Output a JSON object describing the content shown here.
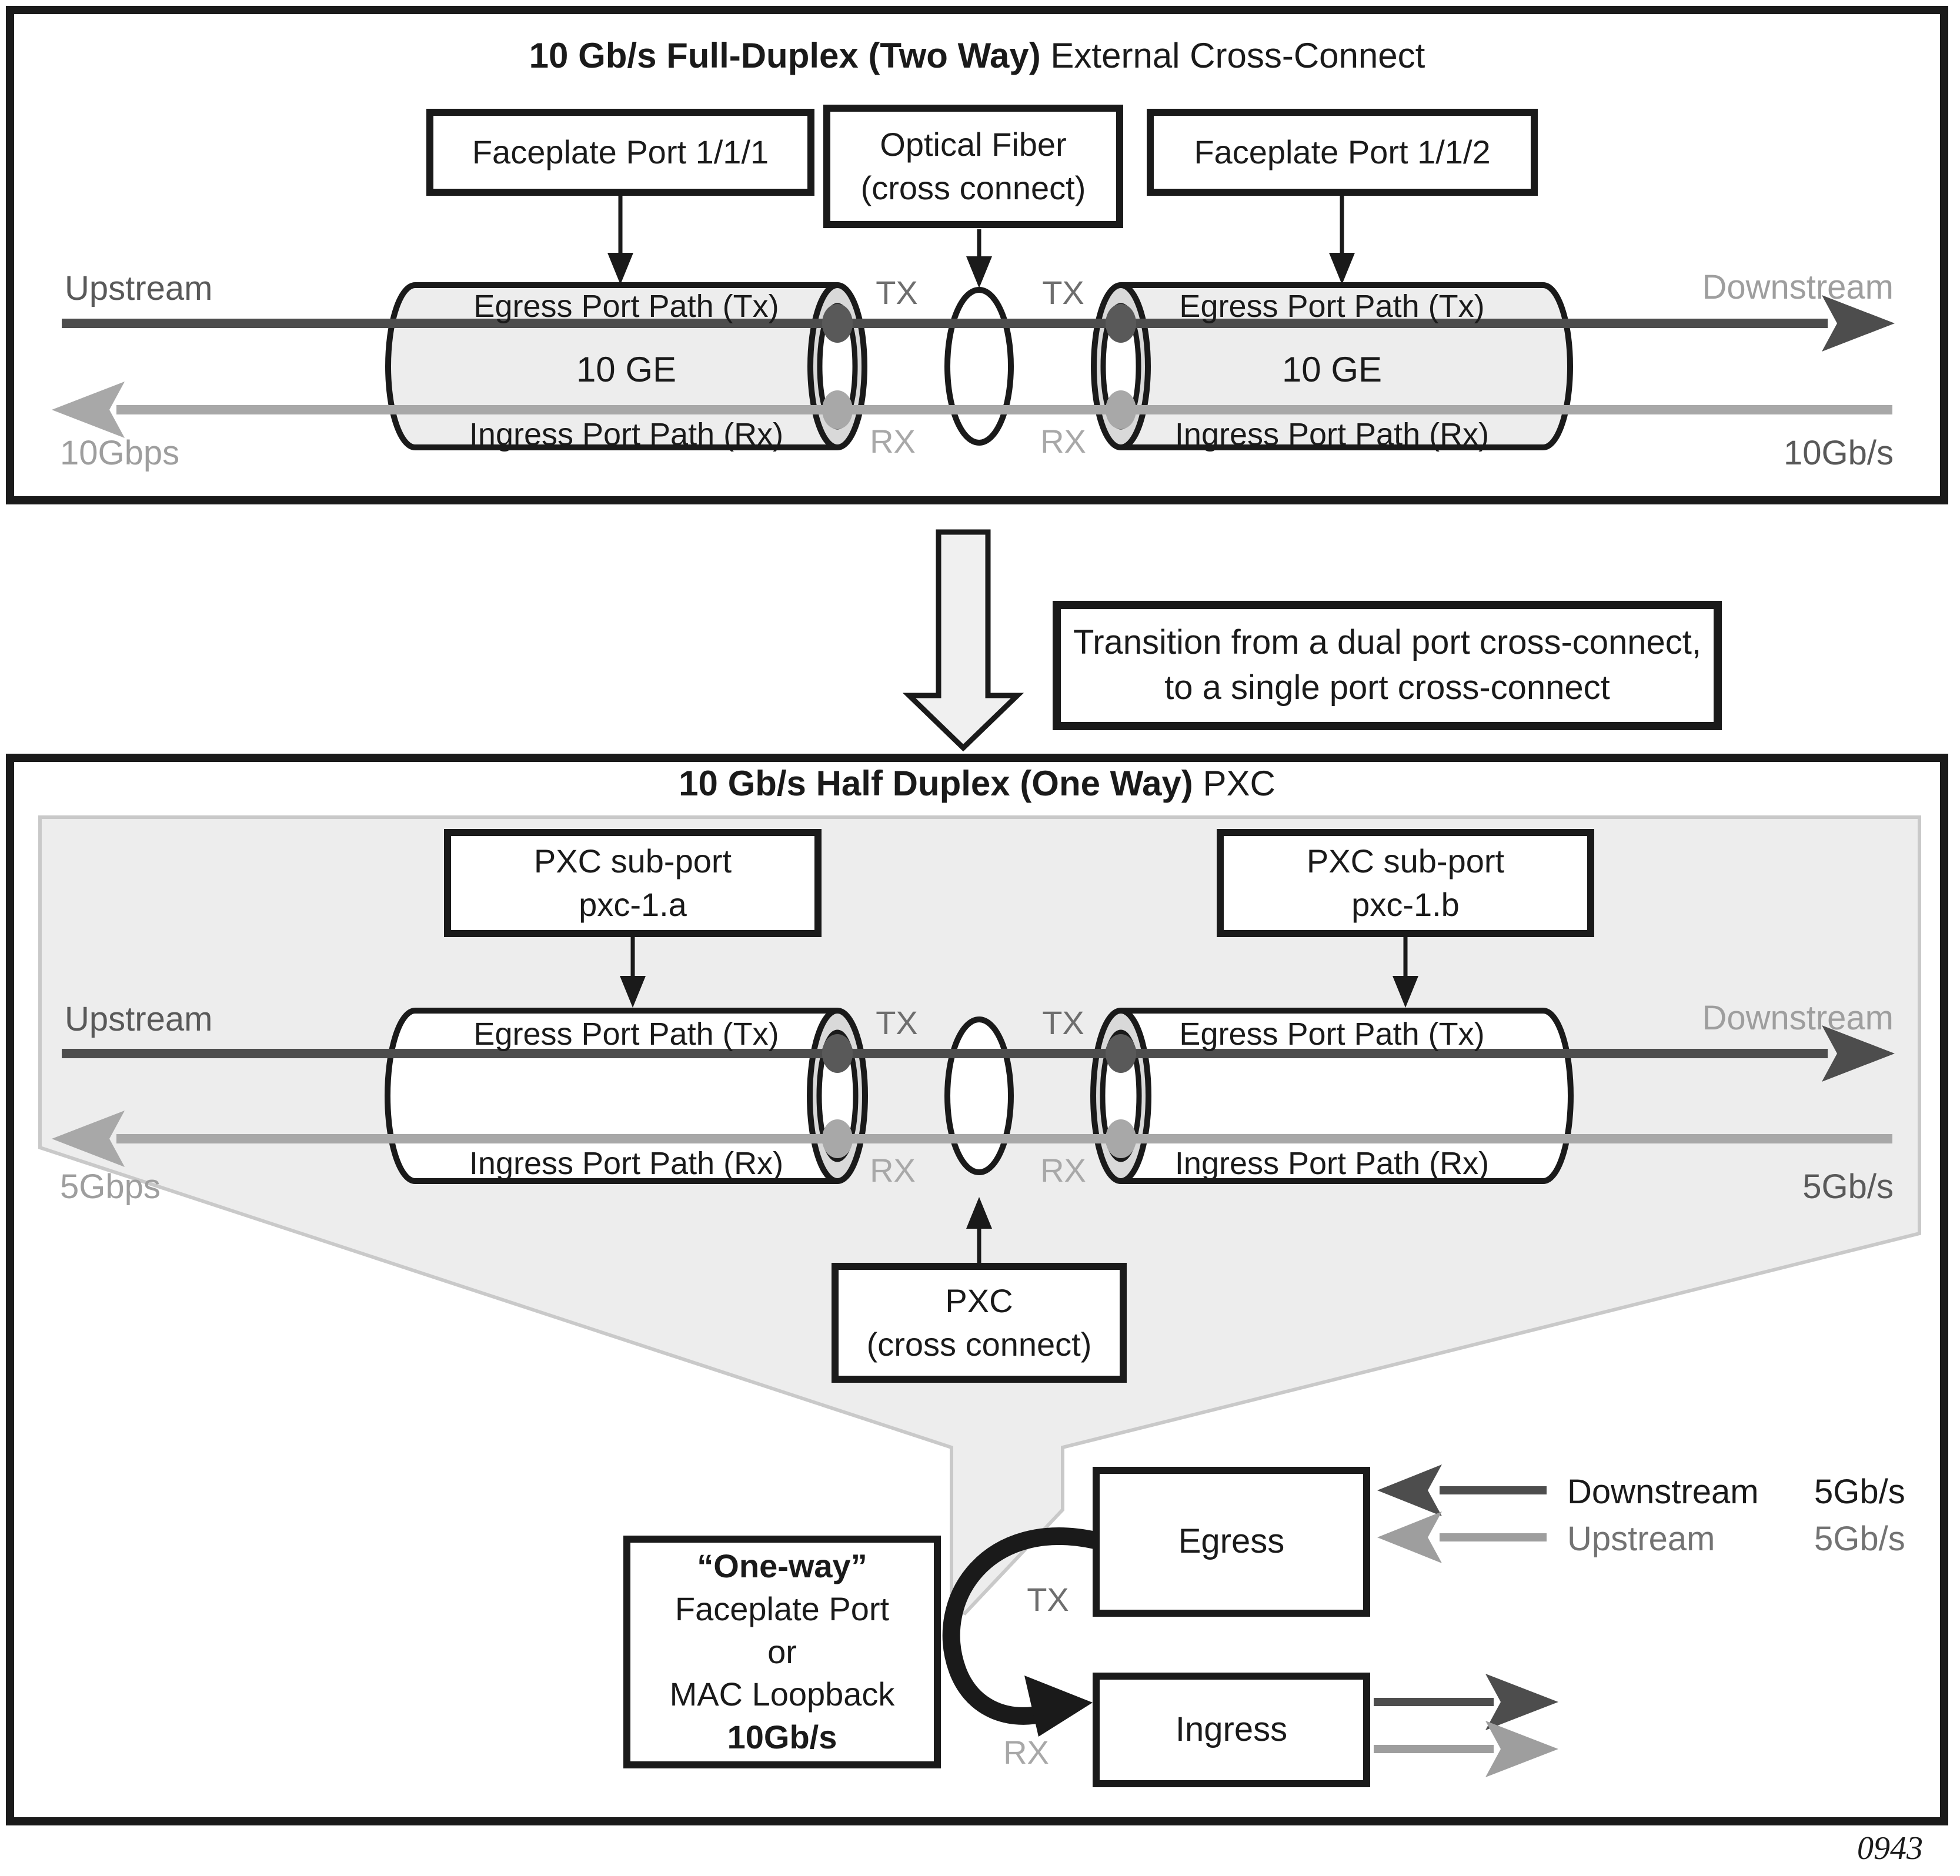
{
  "labels": {
    "tx": "TX",
    "rx": "RX",
    "egress_path": "Egress Port Path (Tx)",
    "ingress_path": "Ingress Port Path (Rx)",
    "ten_ge": "10 GE",
    "upstream": "Upstream",
    "downstream": "Downstream"
  },
  "top_panel": {
    "title_bold": "10 Gb/s Full-Duplex (Two Way)",
    "title_regular": " External Cross-Connect",
    "faceplate_port_1": "Faceplate Port 1/1/1",
    "faceplate_port_2": "Faceplate Port 1/1/2",
    "optical_fiber_line1": "Optical Fiber",
    "optical_fiber_line2": "(cross connect)",
    "rate_left": "10Gbps",
    "rate_right": "10Gb/s"
  },
  "transition": {
    "line1": "Transition from a dual port cross-connect,",
    "line2": "to a single port cross-connect"
  },
  "bottom_panel": {
    "title_bold": "10 Gb/s Half Duplex (One Way)",
    "title_regular": " PXC",
    "pxc_subport_line1": "PXC sub-port",
    "pxc_subport_a": "pxc-1.a",
    "pxc_subport_b": "pxc-1.b",
    "pxc_box_line1": "PXC",
    "pxc_box_line2": "(cross connect)",
    "rate_left": "5Gbps",
    "rate_right": "5Gb/s",
    "oneway_line1": "“One-way”",
    "oneway_line2": "Faceplate Port",
    "oneway_line3": "or",
    "oneway_line4": "MAC Loopback",
    "oneway_line5": "10Gb/s",
    "egress": "Egress",
    "ingress": "Ingress",
    "legend_row1_label": "Downstream",
    "legend_row1_rate": "5Gb/s",
    "legend_row2_label": "Upstream",
    "legend_row2_rate": "5Gb/s"
  },
  "figure_number": "0943",
  "colors": {
    "outline_black": "#1a1a1a",
    "dark_line": "#4d4d4d",
    "light_line": "#a8a8a8",
    "dark_text": "#595959",
    "light_text": "#9e9e9e",
    "tx_text": "#6e6e6e",
    "cylinder_fill": "#ededed",
    "ring_fill": "#d9d9d9",
    "funnel_fill": "#ededed",
    "funnel_stroke": "#c9c9c9",
    "transition_arrow_fill": "#f0f0f0"
  }
}
